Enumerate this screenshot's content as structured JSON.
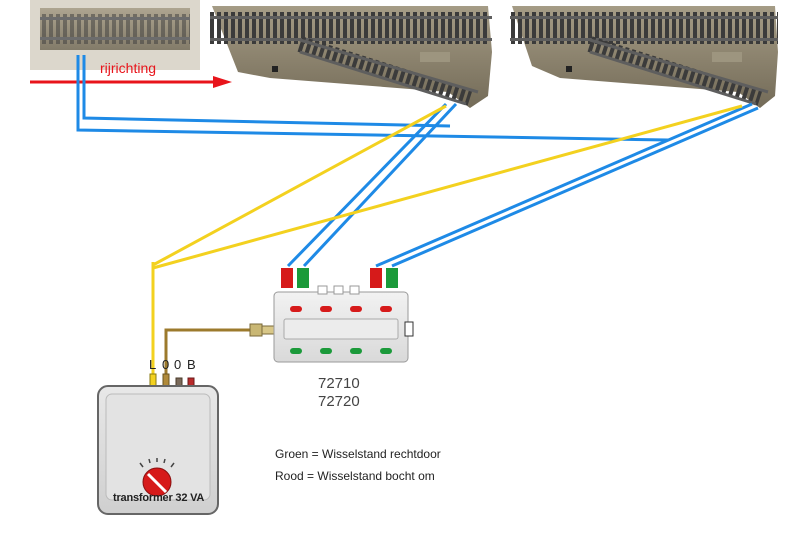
{
  "direction_label": "rijrichting",
  "control_box": {
    "model_numbers": [
      "72710",
      "72720"
    ]
  },
  "transformer": {
    "label": "transformer 32 VA",
    "terminals": [
      "L",
      "0",
      "0",
      "B"
    ]
  },
  "legend": {
    "green": "Groen = Wisselstand rechtdoor",
    "red": "Rood = Wisselstand bocht om"
  },
  "colors": {
    "track_bed": "#8e8570",
    "sleeper": "#3a3a3a",
    "rail": "#5e5e5e",
    "blue_wire": "#1e8ae6",
    "yellow_wire": "#f3d11f",
    "brown_wire": "#9c7a2c",
    "arrow": "#e8141b",
    "button_red": "#d61a1a",
    "button_green": "#1b9a3a"
  },
  "icons": [
    "direction-arrow-icon",
    "transformer-dial-icon",
    "connector-plug-icon"
  ]
}
